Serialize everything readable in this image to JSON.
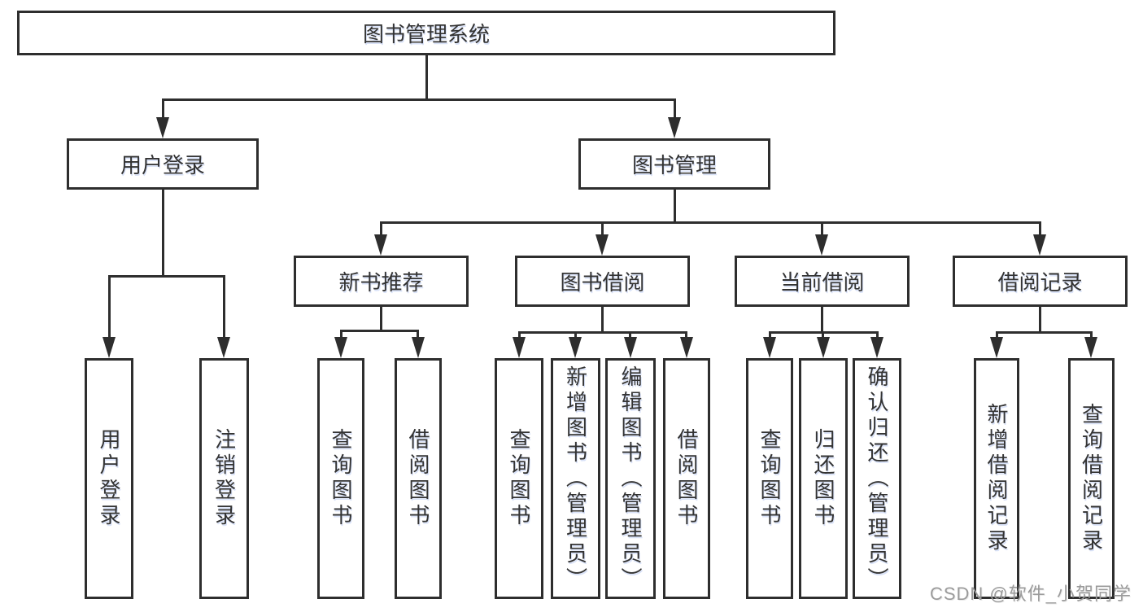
{
  "diagram_title": "图书管理系统",
  "nodes": {
    "root": {
      "label": "图书管理系统"
    },
    "user_login": {
      "label": "用户登录"
    },
    "book_mgmt": {
      "label": "图书管理"
    },
    "new_book_rec": {
      "label": "新书推荐"
    },
    "book_borrow": {
      "label": "图书借阅"
    },
    "current_borrow": {
      "label": "当前借阅"
    },
    "borrow_records": {
      "label": "借阅记录"
    },
    "user_login_leaf": {
      "label": "用户登录"
    },
    "logout_leaf": {
      "label": "注销登录"
    },
    "rec_query": {
      "label": "查询图书"
    },
    "rec_borrow": {
      "label": "借阅图书"
    },
    "bb_query": {
      "label": "查询图书"
    },
    "bb_add": {
      "label": "新增图书（管理员）"
    },
    "bb_edit": {
      "label": "编辑图书（管理员）"
    },
    "bb_borrow": {
      "label": "借阅图书"
    },
    "cb_query": {
      "label": "查询图书"
    },
    "cb_return": {
      "label": "归还图书"
    },
    "cb_confirm": {
      "label": "确认归还（管理员）"
    },
    "br_add": {
      "label": "新增借阅记录"
    },
    "br_query": {
      "label": "查询借阅记录"
    }
  },
  "tree": {
    "图书管理系统": {
      "用户登录": [
        "用户登录",
        "注销登录"
      ],
      "图书管理": {
        "新书推荐": [
          "查询图书",
          "借阅图书"
        ],
        "图书借阅": [
          "查询图书",
          "新增图书（管理员）",
          "编辑图书（管理员）",
          "借阅图书"
        ],
        "当前借阅": [
          "查询图书",
          "归还图书",
          "确认归还（管理员）"
        ],
        "借阅记录": [
          "新增借阅记录",
          "查询借阅记录"
        ]
      }
    }
  },
  "watermark": {
    "text": "CSDN @软件_小贺同学"
  },
  "colors": {
    "line": "#2e2e2e",
    "text": "#333333",
    "watermark": "#9b9b9b",
    "background": "#ffffff"
  }
}
